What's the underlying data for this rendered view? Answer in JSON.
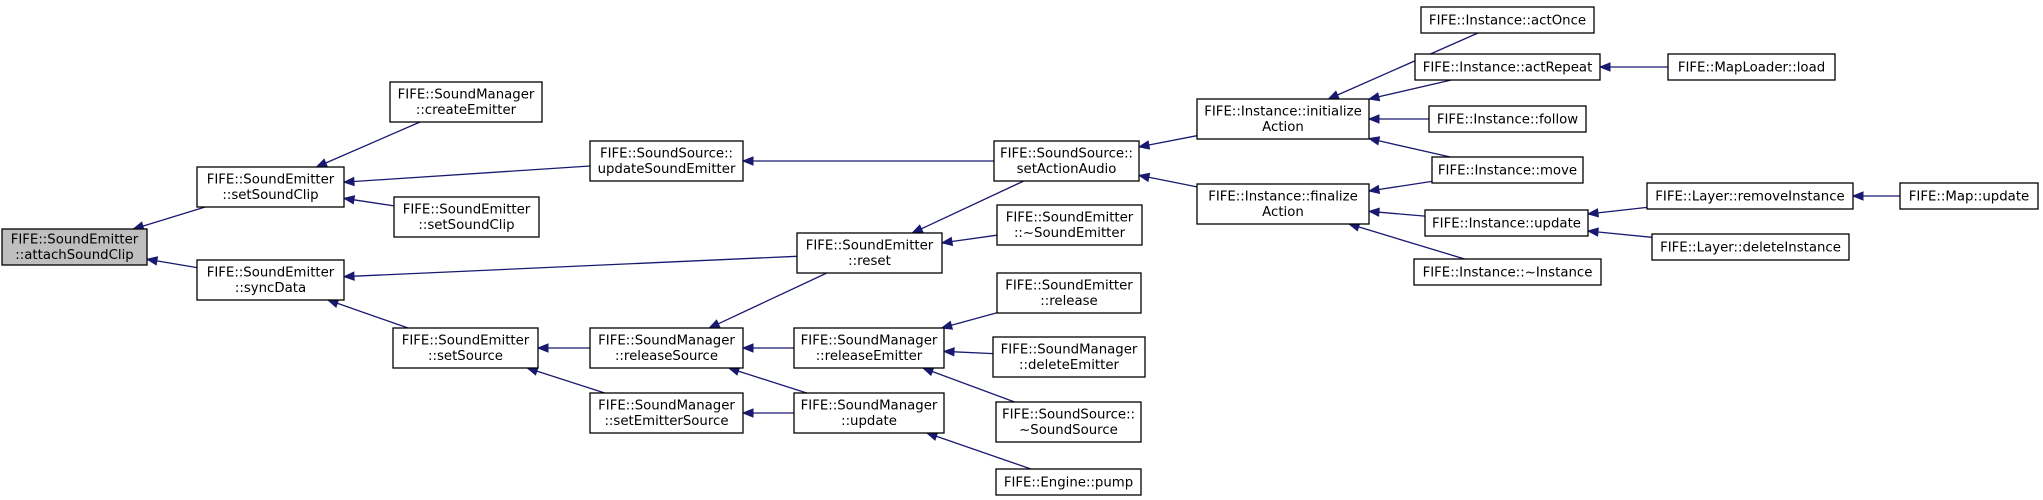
{
  "colors": {
    "edge": "#191970",
    "node_border": "#000000",
    "node_fill": "#ffffff",
    "root_fill": "#bfbfbf"
  },
  "nodes": [
    {
      "id": "attachSoundClip",
      "lines": [
        "FIFE::SoundEmitter",
        "::attachSoundClip"
      ],
      "root": true
    },
    {
      "id": "setSoundClip1",
      "lines": [
        "FIFE::SoundEmitter",
        "::setSoundClip"
      ]
    },
    {
      "id": "syncData",
      "lines": [
        "FIFE::SoundEmitter",
        "::syncData"
      ]
    },
    {
      "id": "createEmitter",
      "lines": [
        "FIFE::SoundManager",
        "::createEmitter"
      ]
    },
    {
      "id": "setSoundClip2",
      "lines": [
        "FIFE::SoundEmitter",
        "::setSoundClip"
      ]
    },
    {
      "id": "updateSoundEmitter",
      "lines": [
        "FIFE::SoundSource::",
        "updateSoundEmitter"
      ]
    },
    {
      "id": "setSource",
      "lines": [
        "FIFE::SoundEmitter",
        "::setSource"
      ]
    },
    {
      "id": "releaseSource",
      "lines": [
        "FIFE::SoundManager",
        "::releaseSource"
      ]
    },
    {
      "id": "setEmitterSource",
      "lines": [
        "FIFE::SoundManager",
        "::setEmitterSource"
      ]
    },
    {
      "id": "reset",
      "lines": [
        "FIFE::SoundEmitter",
        "::reset"
      ]
    },
    {
      "id": "releaseEmitter",
      "lines": [
        "FIFE::SoundManager",
        "::releaseEmitter"
      ]
    },
    {
      "id": "smUpdate",
      "lines": [
        "FIFE::SoundManager",
        "::update"
      ]
    },
    {
      "id": "setActionAudio",
      "lines": [
        "FIFE::SoundSource::",
        "setActionAudio"
      ]
    },
    {
      "id": "dtorEmitter",
      "lines": [
        "FIFE::SoundEmitter",
        "::~SoundEmitter"
      ]
    },
    {
      "id": "release",
      "lines": [
        "FIFE::SoundEmitter",
        "::release"
      ]
    },
    {
      "id": "deleteEmitter",
      "lines": [
        "FIFE::SoundManager",
        "::deleteEmitter"
      ]
    },
    {
      "id": "dtorSource",
      "lines": [
        "FIFE::SoundSource::",
        "~SoundSource"
      ]
    },
    {
      "id": "pump",
      "lines": [
        "FIFE::Engine::pump"
      ]
    },
    {
      "id": "initializeAction",
      "lines": [
        "FIFE::Instance::initialize",
        "Action"
      ]
    },
    {
      "id": "finalizeAction",
      "lines": [
        "FIFE::Instance::finalize",
        "Action"
      ]
    },
    {
      "id": "actOnce",
      "lines": [
        "FIFE::Instance::actOnce"
      ]
    },
    {
      "id": "actRepeat",
      "lines": [
        "FIFE::Instance::actRepeat"
      ]
    },
    {
      "id": "follow",
      "lines": [
        "FIFE::Instance::follow"
      ]
    },
    {
      "id": "move",
      "lines": [
        "FIFE::Instance::move"
      ]
    },
    {
      "id": "instUpdate",
      "lines": [
        "FIFE::Instance::update"
      ]
    },
    {
      "id": "dtorInstance",
      "lines": [
        "FIFE::Instance::~Instance"
      ]
    },
    {
      "id": "mapLoaderLoad",
      "lines": [
        "FIFE::MapLoader::load"
      ]
    },
    {
      "id": "removeInstance",
      "lines": [
        "FIFE::Layer::removeInstance"
      ]
    },
    {
      "id": "deleteInstance",
      "lines": [
        "FIFE::Layer::deleteInstance"
      ]
    },
    {
      "id": "mapUpdate",
      "lines": [
        "FIFE::Map::update"
      ]
    }
  ],
  "edges": [
    [
      "attachSoundClip",
      "setSoundClip1"
    ],
    [
      "attachSoundClip",
      "syncData"
    ],
    [
      "setSoundClip1",
      "createEmitter"
    ],
    [
      "setSoundClip1",
      "updateSoundEmitter"
    ],
    [
      "setSoundClip1",
      "setSoundClip2"
    ],
    [
      "syncData",
      "reset"
    ],
    [
      "syncData",
      "setSource"
    ],
    [
      "updateSoundEmitter",
      "setActionAudio"
    ],
    [
      "setSource",
      "releaseSource"
    ],
    [
      "setSource",
      "setEmitterSource"
    ],
    [
      "releaseSource",
      "reset"
    ],
    [
      "releaseSource",
      "releaseEmitter"
    ],
    [
      "releaseSource",
      "smUpdate"
    ],
    [
      "setEmitterSource",
      "smUpdate"
    ],
    [
      "reset",
      "setActionAudio"
    ],
    [
      "reset",
      "dtorEmitter"
    ],
    [
      "releaseEmitter",
      "release"
    ],
    [
      "releaseEmitter",
      "deleteEmitter"
    ],
    [
      "releaseEmitter",
      "dtorSource"
    ],
    [
      "smUpdate",
      "pump"
    ],
    [
      "setActionAudio",
      "initializeAction"
    ],
    [
      "setActionAudio",
      "finalizeAction"
    ],
    [
      "initializeAction",
      "actOnce"
    ],
    [
      "initializeAction",
      "actRepeat"
    ],
    [
      "initializeAction",
      "follow"
    ],
    [
      "initializeAction",
      "move"
    ],
    [
      "finalizeAction",
      "move"
    ],
    [
      "finalizeAction",
      "instUpdate"
    ],
    [
      "finalizeAction",
      "dtorInstance"
    ],
    [
      "actRepeat",
      "mapLoaderLoad"
    ],
    [
      "instUpdate",
      "removeInstance"
    ],
    [
      "instUpdate",
      "deleteInstance"
    ],
    [
      "removeInstance",
      "mapUpdate"
    ]
  ]
}
